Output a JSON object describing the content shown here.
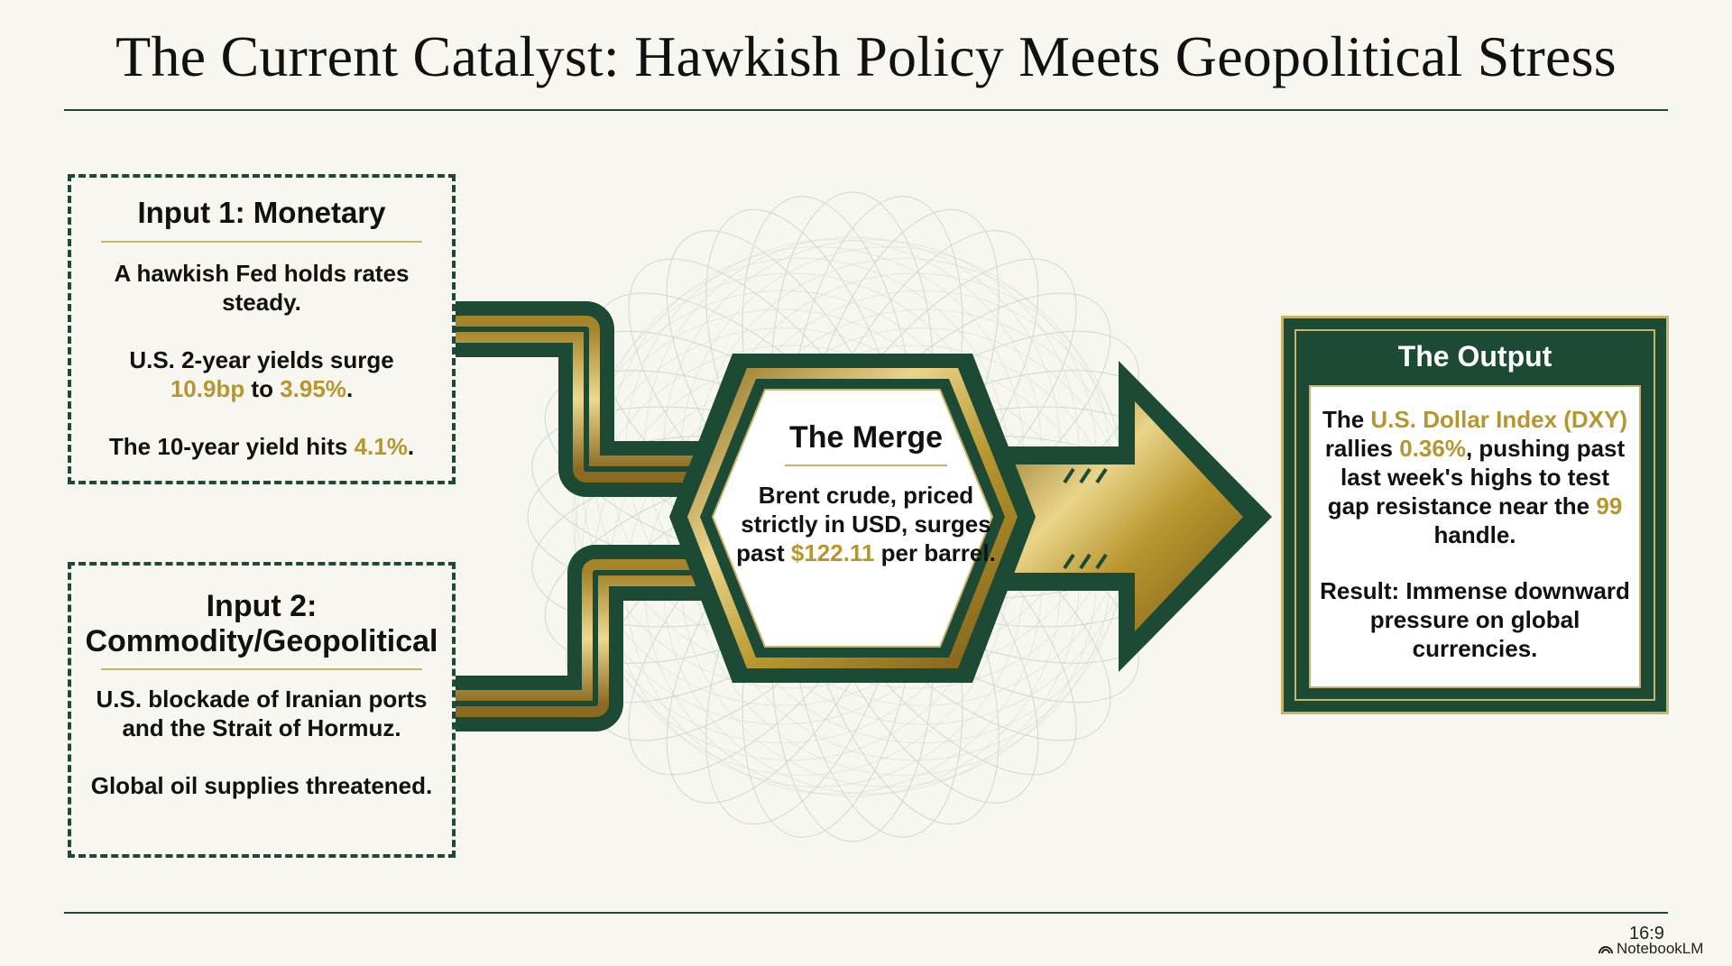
{
  "title": "The Current Catalyst: Hawkish Policy Meets Geopolitical Stress",
  "input1": {
    "title": "Input 1: Monetary",
    "line1": "A hawkish Fed holds rates steady.",
    "line2_pre": "U.S. 2-year yields surge ",
    "line2_hl1": "10.9bp",
    "line2_mid": " to ",
    "line2_hl2": "3.95%",
    "line2_post": ".",
    "line3_pre": "The 10-year yield hits ",
    "line3_hl": "4.1%",
    "line3_post": "."
  },
  "input2": {
    "title_a": "Input 2:",
    "title_b": "Commodity/Geopolitical",
    "line1": "U.S. blockade of Iranian ports and the Strait of Hormuz.",
    "line2": "Global oil supplies threatened."
  },
  "merge": {
    "title": "The Merge",
    "text_pre": "Brent crude, priced strictly in USD, surges past ",
    "text_hl": "$122.11",
    "text_post": " per barrel."
  },
  "output": {
    "title": "The Output",
    "p1_a": "The ",
    "p1_hl1": "U.S. Dollar Index (DXY)",
    "p1_b": " rallies ",
    "p1_hl2": "0.36%",
    "p1_c": ", pushing past last week's highs to test gap resistance near the ",
    "p1_hl3": "99",
    "p1_d": " handle.",
    "p2": "Result: Immense downward pressure on global currencies."
  },
  "footer": {
    "ratio": "16:9",
    "brand": "NotebookLM"
  },
  "colors": {
    "dark_green": "#1d4a34",
    "gold": "#c9b36a",
    "highlight": "#b8962e"
  }
}
